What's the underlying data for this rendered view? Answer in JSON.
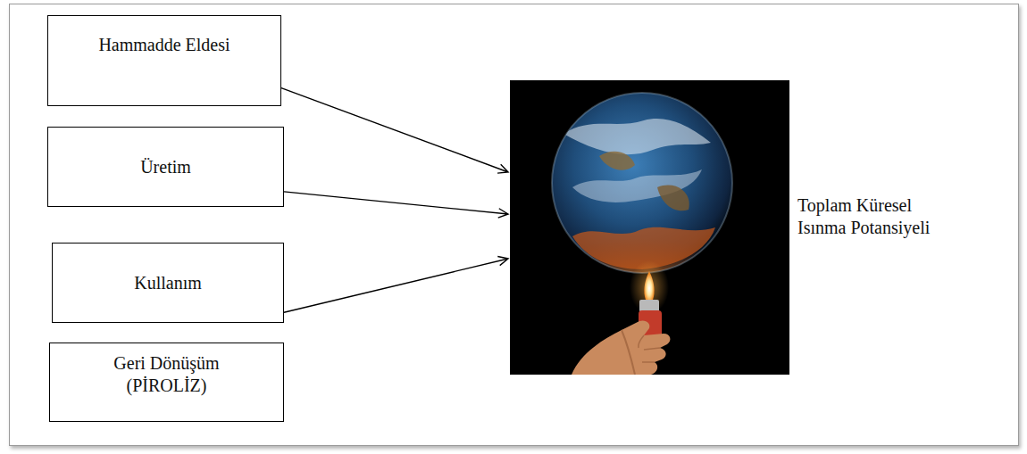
{
  "diagram": {
    "nodes": [
      {
        "text": [
          "Hammadde Eldesi"
        ]
      },
      {
        "text": [
          "Üretim"
        ]
      },
      {
        "text": [
          "Kullanım"
        ]
      },
      {
        "text": [
          "Geri Dönüşüm (PİROLİZ)"
        ]
      },
      {
        "text": [
          "Toplam Küresel Isınma Potansiyeli"
        ]
      }
    ],
    "edges": [
      {
        "from": 0,
        "to": 4,
        "arrow": "to"
      },
      {
        "from": 1,
        "to": 4,
        "arrow": "to"
      },
      {
        "from": 2,
        "to": 4,
        "arrow": "to"
      }
    ]
  }
}
